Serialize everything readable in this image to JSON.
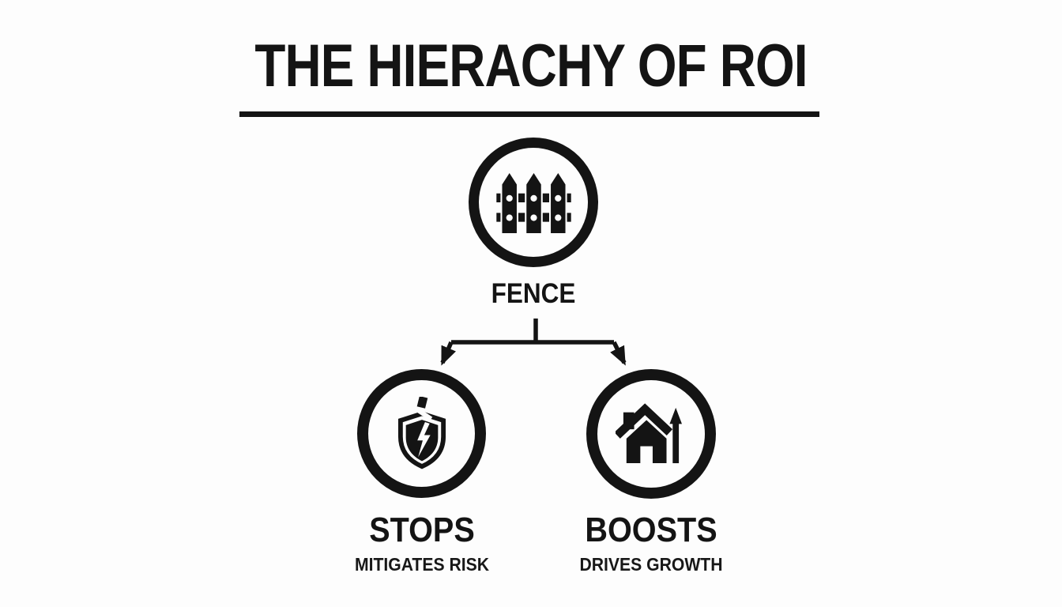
{
  "title": {
    "text": "THE HIERACHY OF ROI"
  },
  "colors": {
    "ink": "#141414",
    "background": "#fdfdfd"
  },
  "diagram": {
    "type": "hierarchy-tree",
    "root": {
      "label": "FENCE",
      "icon": "fence-icon"
    },
    "children": [
      {
        "label": "STOPS",
        "sublabel": "MITIGATES RISK",
        "icon": "shield-lightning-icon"
      },
      {
        "label": "BOOSTS",
        "sublabel": "DRIVES GROWTH",
        "icon": "house-growth-arrow-icon"
      }
    ]
  }
}
